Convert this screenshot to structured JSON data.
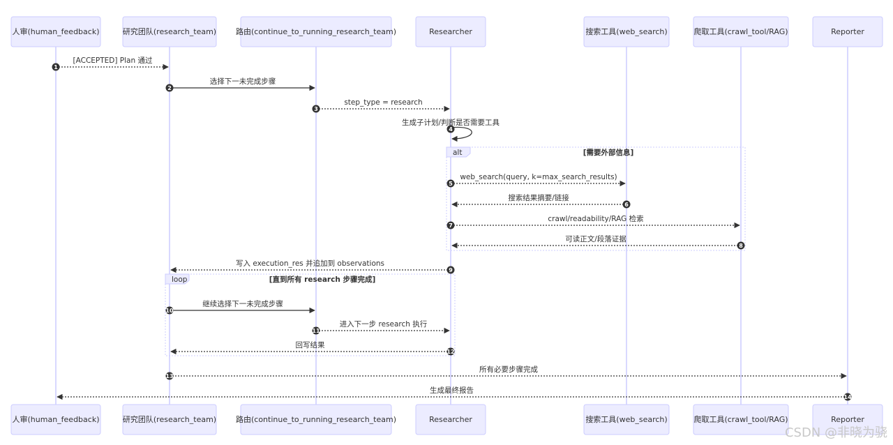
{
  "participants": [
    {
      "id": "hf",
      "label": "人审(human_feedback)"
    },
    {
      "id": "rt",
      "label": "研究团队(research_team)"
    },
    {
      "id": "route",
      "label": "路由(continue_to_running_research_team)"
    },
    {
      "id": "res",
      "label": "Researcher"
    },
    {
      "id": "ws",
      "label": "搜索工具(web_search)"
    },
    {
      "id": "crawl",
      "label": "爬取工具(crawl_tool/RAG)"
    },
    {
      "id": "rep",
      "label": "Reporter"
    }
  ],
  "messages": [
    {
      "num": "1",
      "from": "hf",
      "to": "rt",
      "text": "[ACCEPTED] Plan 通过",
      "style": "dotted"
    },
    {
      "num": "2",
      "from": "rt",
      "to": "route",
      "text": "选择下一未完成步骤",
      "style": "solid"
    },
    {
      "num": "3",
      "from": "route",
      "to": "res",
      "text": "step_type = research",
      "style": "dotted"
    },
    {
      "num": "4",
      "from": "res",
      "to": "res",
      "text": "生成子计划/判断是否需要工具",
      "style": "solid"
    },
    {
      "num": "5",
      "from": "res",
      "to": "ws",
      "text": "web_search(query, k=max_search_results)",
      "style": "dotted"
    },
    {
      "num": "6",
      "from": "ws",
      "to": "res",
      "text": "搜索结果摘要/链接",
      "style": "dotted"
    },
    {
      "num": "7",
      "from": "res",
      "to": "crawl",
      "text": "crawl/readability/RAG 检索",
      "style": "dotted"
    },
    {
      "num": "8",
      "from": "crawl",
      "to": "res",
      "text": "可读正文/段落证据",
      "style": "dotted"
    },
    {
      "num": "9",
      "from": "res",
      "to": "rt",
      "text": "写入 execution_res 并追加到 observations",
      "style": "dotted"
    },
    {
      "num": "10",
      "from": "rt",
      "to": "route",
      "text": "继续选择下一未完成步骤",
      "style": "solid"
    },
    {
      "num": "11",
      "from": "route",
      "to": "res",
      "text": "进入下一步 research 执行",
      "style": "dotted"
    },
    {
      "num": "12",
      "from": "res",
      "to": "rt",
      "text": "回写结果",
      "style": "dotted"
    },
    {
      "num": "13",
      "from": "rt",
      "to": "rep",
      "text": "所有必要步骤完成",
      "style": "dotted"
    },
    {
      "num": "14",
      "from": "rep",
      "to": "hf",
      "text": "生成最终报告",
      "style": "dotted"
    }
  ],
  "frames": [
    {
      "kind": "alt",
      "condition": "[需要外部信息]"
    },
    {
      "kind": "loop",
      "condition": "[直到所有 research 步骤完成]"
    }
  ],
  "watermark": "CSDN @非晓为骁"
}
